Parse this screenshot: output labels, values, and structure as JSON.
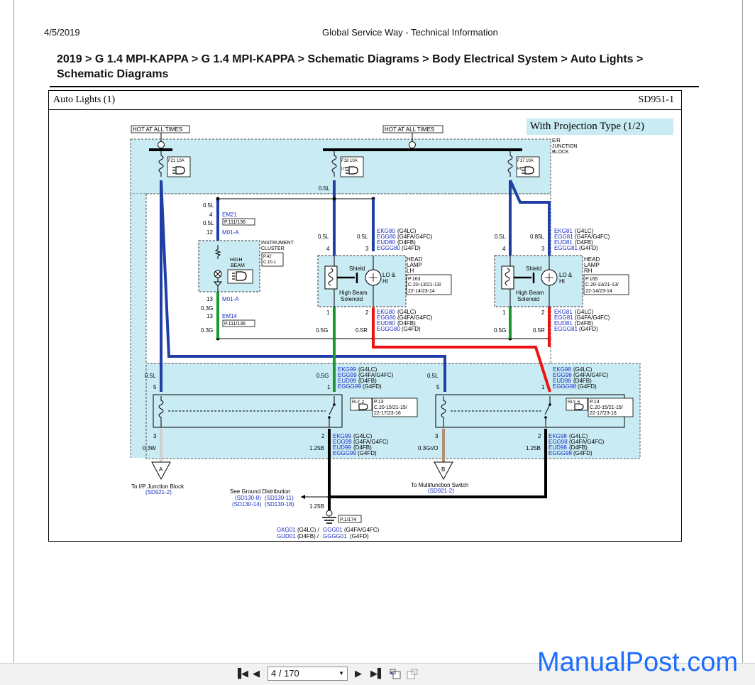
{
  "header": {
    "date": "4/5/2019",
    "site_title": "Global Service Way - Technical Information"
  },
  "breadcrumb": {
    "line1": "2019 > G 1.4 MPI-KAPPA > G 1.4 MPI-KAPPA > Schematic Diagrams > Body Electrical System > Auto Lights >",
    "line2": "Schematic Diagrams"
  },
  "diagram": {
    "title": "Auto Lights (1)",
    "code": "SD951-1",
    "variant": "With Projection Type (1/2)",
    "hot_label": "HOT AT ALL TIMES",
    "junction_block": [
      "E/R",
      "JUNCTION",
      "BLOCK"
    ],
    "fuses": {
      "f21": "F21 10A",
      "f18": "F18 10A",
      "f17": "F17 10A",
      "lh": "LH",
      "rh": "RH"
    },
    "wires": {
      "w05L": "0.5L",
      "w085L": "0.85L",
      "w03G": "0.3G",
      "w05G": "0.5G",
      "w05R": "0.5R",
      "w03W": "0.3W",
      "w125B": "1.25B",
      "w03GrO": "0.3Gr/O"
    },
    "connectors": {
      "em21": "EM21",
      "em14": "EM14",
      "m01a": "M01-A",
      "p111": "P.111/136",
      "p42": "P.42",
      "c101": "C.10-1",
      "p163": "P.163",
      "p165": "P.165",
      "c_head": "C.20-13/21-13/",
      "c_head2": "22-14/23-14",
      "p13": "P.13",
      "c_rly": "C.20-15/21-15/",
      "c_rly2": "22-17/23-16",
      "p1": "P.1/174"
    },
    "pins": {
      "p1": "1",
      "p2": "2",
      "p3": "3",
      "p4": "4",
      "p5": "5",
      "p12": "12",
      "p13": "13"
    },
    "components": {
      "instrument_cluster": [
        "INSTRUMENT",
        "CLUSTER"
      ],
      "high_beam": [
        "HIGH",
        "BEAM"
      ],
      "head_lamp_lh": [
        "HEAD",
        "LAMP",
        "LH"
      ],
      "head_lamp_rh": [
        "HEAD",
        "LAMP",
        "RH"
      ],
      "shield": "Shield",
      "lo_hi": [
        "LO &",
        "HI"
      ],
      "solenoid": [
        "High Beam",
        "Solenoid"
      ],
      "rly2": "RLY. 2",
      "rly6": "RLY. 6"
    },
    "codes": {
      "ekg80": "EKG80",
      "egg80": "EGG80",
      "eud80": "EUD80",
      "eggg80": "EGGG80",
      "ekg81": "EKG81",
      "egg81": "EGG81",
      "eud81": "EUD81",
      "eggg81": "EGGG81",
      "ekg99": "EKG99",
      "egg99": "EGG99",
      "eud99": "EUD99",
      "eggg99": "EGGG99",
      "ekg98": "EKG98",
      "egg98": "EGG98",
      "eud98": "EUD98",
      "eggg98": "EGGG98",
      "g4lc": "(G4LC)",
      "g4fa": "(G4FA/G4FC)",
      "d4fb": "(D4FB)",
      "g4fd": "(G4FD)"
    },
    "bottom": {
      "a": "A",
      "b": "B",
      "to_ip": "To I/P Junction Block",
      "sd921": "(SD921-2)",
      "to_mf": "To Multifunction Switch",
      "see_ground": "See Ground Distribution",
      "sd130a": "(SD130-8)",
      "sd130b": "(SD130-11)",
      "sd130c": "(SD130-14)",
      "sd130d": "(SD130-18)",
      "gkg01": "GKG01",
      "ggg01": "GGG01",
      "gud01": "GUD01",
      "gggg01": "GGGG01",
      "g4lc": "(G4LC) /",
      "g4fa": "(G4FA/G4FC)",
      "d4fb": "(D4FB) /",
      "g4fd": "(G4FD)"
    }
  },
  "toolbar": {
    "page_value": "4 / 170",
    "first_icon": "first-page-icon",
    "prev_icon": "previous-page-icon",
    "next_icon": "next-page-icon",
    "last_icon": "last-page-icon"
  },
  "watermark": "ManualPost.com",
  "colors": {
    "wire_blue": "#1f3fa6",
    "wire_green": "#1a9a2e",
    "wire_red": "#ee1111",
    "wire_black": "#000000",
    "wire_white": "#d0d0d0",
    "wire_tan": "#b38f72",
    "block_fill": "#c9ebf3",
    "code_blue": "#1b2fc4",
    "watermark_blue": "#1e6cff"
  }
}
